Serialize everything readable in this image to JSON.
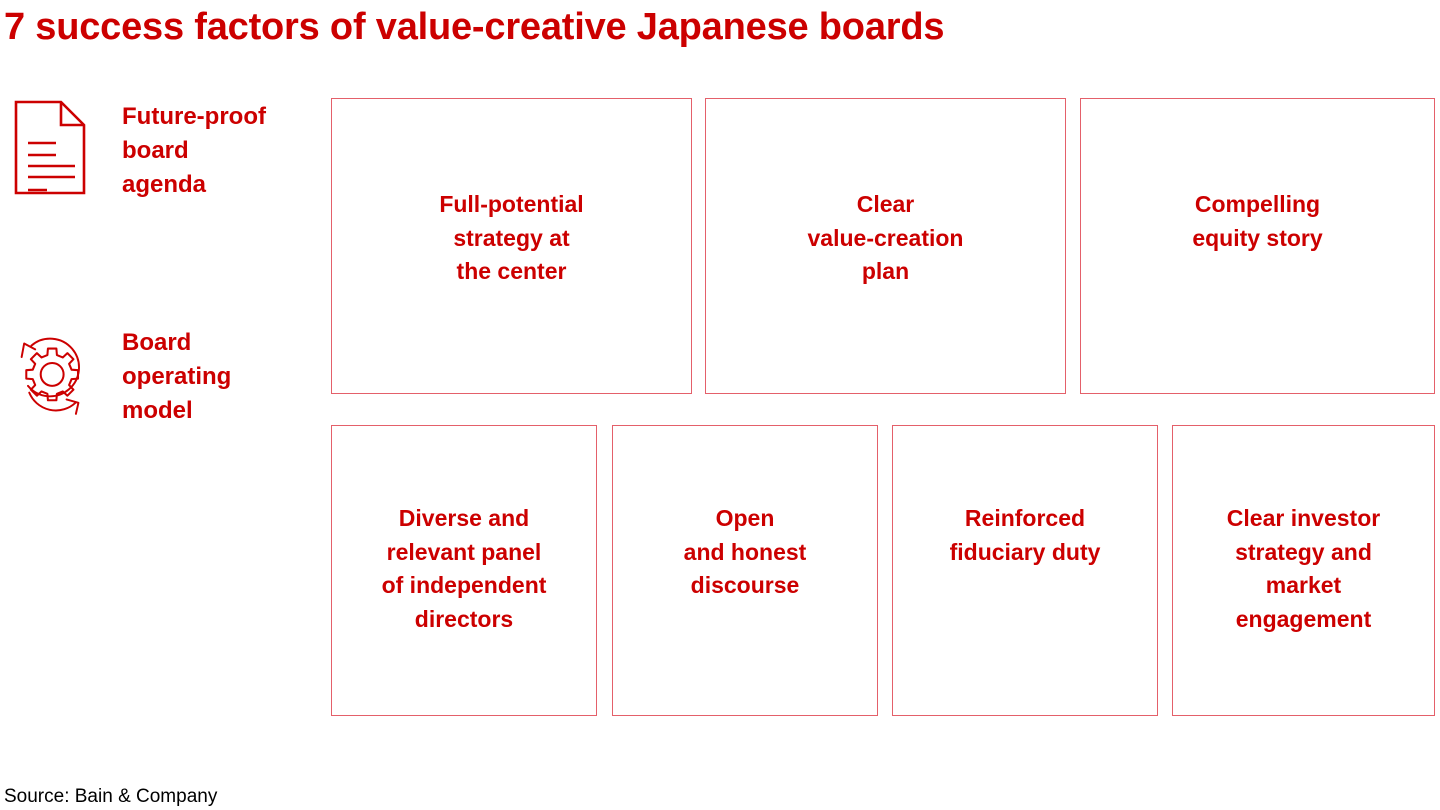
{
  "title": "7 success factors of value-creative Japanese boards",
  "colors": {
    "brand_red": "#CC0000",
    "box_border": "#E4606A",
    "source_text": "#000000",
    "background": "#FFFFFF"
  },
  "categories": [
    {
      "icon": "document-icon",
      "label": "Future-proof\nboard\nagenda",
      "factors": [
        "Full-potential\nstrategy at\nthe center",
        "Clear\nvalue-creation\nplan",
        "Compelling\nequity story"
      ]
    },
    {
      "icon": "gear-refresh-icon",
      "label": "Board\noperating\nmodel",
      "factors": [
        "Diverse and\nrelevant panel\nof independent\ndirectors",
        "Open\nand honest\ndiscourse",
        "Reinforced\nfiduciary duty",
        "Clear investor\nstrategy and\nmarket\nengagement"
      ]
    }
  ],
  "source": "Source: Bain & Company"
}
